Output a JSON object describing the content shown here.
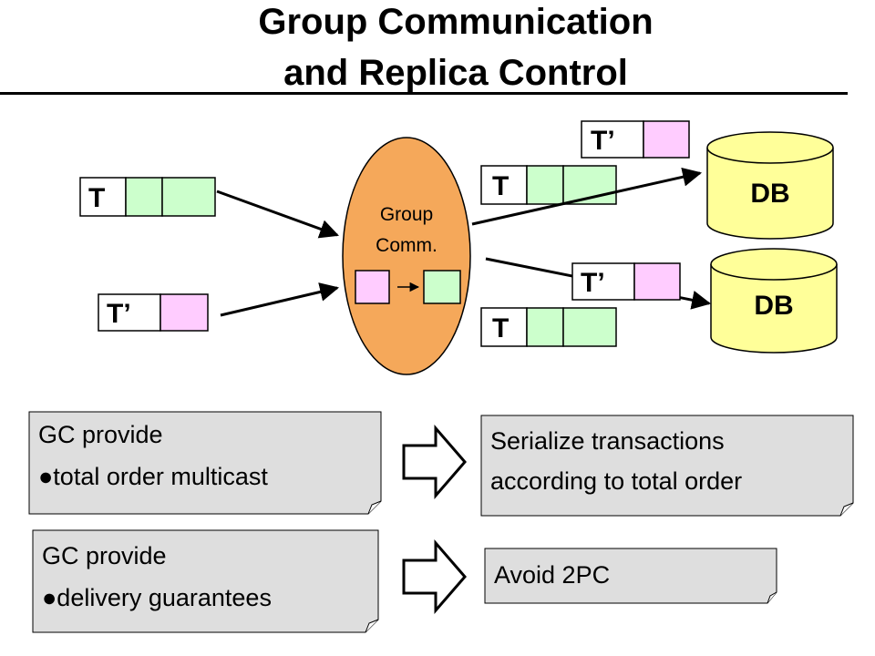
{
  "title": {
    "line1": "Group Communication",
    "line2": "and Replica Control"
  },
  "diagram": {
    "transactions": {
      "t_in": "T",
      "tprime_in": "T’",
      "t_out_top": "T",
      "tprime_out_top": "T’",
      "tprime_out_bottom": "T’",
      "t_out_bottom": "T"
    },
    "group_comm": {
      "line1": "Group",
      "line2": "Comm."
    },
    "db_top": "DB",
    "db_bottom": "DB"
  },
  "notes": [
    {
      "line1": "GC provide",
      "line2": "●total order multicast"
    },
    {
      "line1": "Serialize transactions",
      "line2": "according to total order"
    },
    {
      "line1": "GC provide",
      "line2": "●delivery guarantees"
    },
    {
      "line1": "Avoid 2PC"
    }
  ],
  "colors": {
    "green_cell": "#ccffcc",
    "pink_cell": "#ffccff",
    "group_comm_fill": "#f5a85a",
    "db_fill": "#ffff99",
    "note_fill": "#dedede"
  }
}
